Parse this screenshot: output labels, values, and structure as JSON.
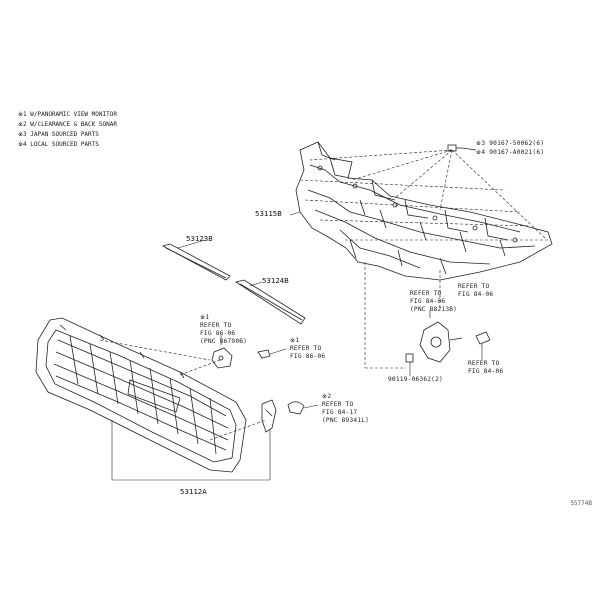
{
  "legend": [
    "※1 W/PANORAMIC VIEW MONITOR",
    "※2 W/CLEARANCE & BACK SONAR",
    "※3 JAPAN SOURCED PARTS",
    "※4 LOCAL SOURCED PARTS"
  ],
  "parts": {
    "p53115B": "53115B",
    "p53123B": "53123B",
    "p53124B": "53124B",
    "p53112A": "53112A",
    "p90119": "90119-06362(2)"
  },
  "bolts": {
    "b1": "※3 90167-50062(6)",
    "b2": "※4 90167-A0021(6)"
  },
  "refs": {
    "r1": [
      "REFER TO",
      "FIG 84-06",
      "(PNC 88213B)"
    ],
    "r2": [
      "REFER TO",
      "FIG 84-06"
    ],
    "r3": [
      "※1",
      "REFER TO",
      "FIG 86-06",
      "(PNC 86790B)"
    ],
    "r4": [
      "※1",
      "REFER TO",
      "FIG 86-06"
    ],
    "r5": [
      "※2",
      "REFER TO",
      "FIG 84-17",
      "(PNC 89341L)"
    ],
    "r6": [
      "REFER TO",
      "FIG 84-06"
    ]
  },
  "footer_code": "55774B"
}
